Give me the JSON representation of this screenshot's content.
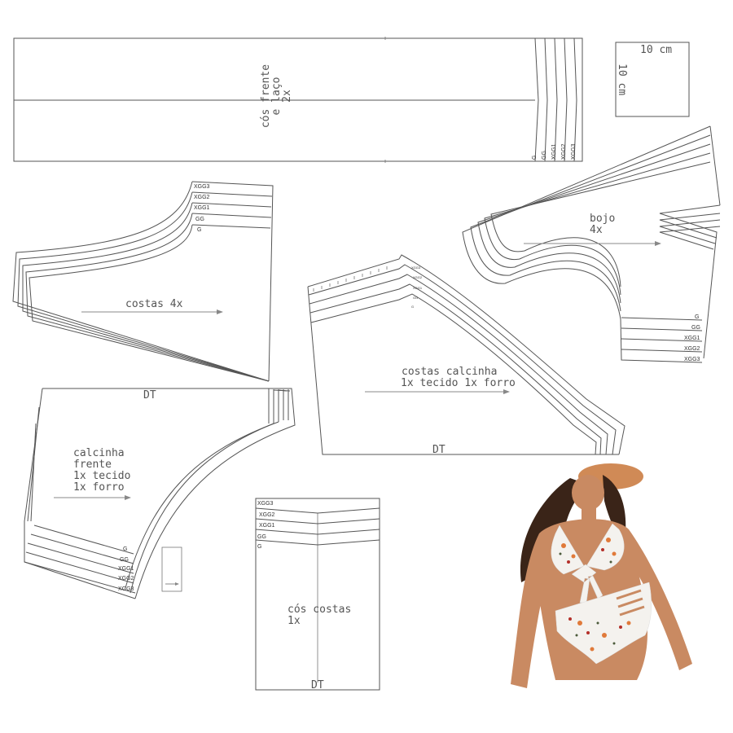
{
  "pieces": {
    "cos_frente": {
      "line1": "cós frente",
      "line2": "e laço",
      "line3": "2x",
      "sizes": [
        "G",
        "GG",
        "XGG1",
        "XGG2",
        "XGG3"
      ]
    },
    "scale_square": {
      "horizontal": "10 cm",
      "vertical": "10 cm"
    },
    "costas": {
      "label": "costas 4x",
      "sizes": [
        "XGG3",
        "XGG2",
        "XGG1",
        "GG",
        "G"
      ]
    },
    "bojo": {
      "line1": "bojo",
      "line2": "4x",
      "sizes": [
        "G",
        "GG",
        "XGG1",
        "XGG2",
        "XGG3"
      ]
    },
    "costas_calcinha": {
      "line1": "costas calcinha",
      "line2": "1x tecido 1x forro",
      "fold": "DT",
      "sizes": [
        "XGG3",
        "XGG2",
        "XGG1",
        "GG",
        "G"
      ]
    },
    "calcinha_frente": {
      "line1": "calcinha",
      "line2": "frente",
      "line3": "1x tecido",
      "line4": "1x forro",
      "fold": "DT",
      "sizes": [
        "G",
        "GG",
        "XGG1",
        "XGG2",
        "XGG3"
      ]
    },
    "cos_costas": {
      "line1": "cós costas",
      "line2": "1x",
      "fold": "DT",
      "sizes": [
        "XGG3",
        "XGG2",
        "XGG1",
        "GG",
        "G"
      ]
    }
  },
  "colors": {
    "line": "#555555",
    "skin": "#c98a62",
    "hair": "#3a2418",
    "fabric": "#f4f2ee",
    "flower_orange": "#e07a3a",
    "flower_red": "#b4302a",
    "leaf": "#4b5a3a",
    "hat": "#d08a56"
  },
  "icons": {
    "photo": "model-photo-icon",
    "grain": "grain-arrow-icon"
  }
}
